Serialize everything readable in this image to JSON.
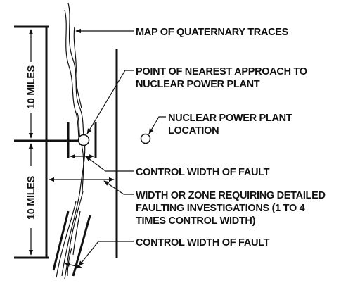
{
  "labels": {
    "traces": "MAP OF QUATERNARY TRACES",
    "approach_1": "POINT OF NEAREST APPROACH TO",
    "approach_2": "NUCLEAR POWER PLANT",
    "plant_1": "NUCLEAR POWER PLANT",
    "plant_2": "LOCATION",
    "control_width_upper": "CONTROL WIDTH OF FAULT",
    "zone_1": "WIDTH OR ZONE REQUIRING DETAILED",
    "zone_2": "FAULTING INVESTIGATIONS (1 TO 4",
    "zone_3": "TIMES CONTROL WIDTH)",
    "control_width_lower": "CONTROL WIDTH OF FAULT",
    "dim_upper": "10 MILES",
    "dim_lower": "10 MILES"
  }
}
